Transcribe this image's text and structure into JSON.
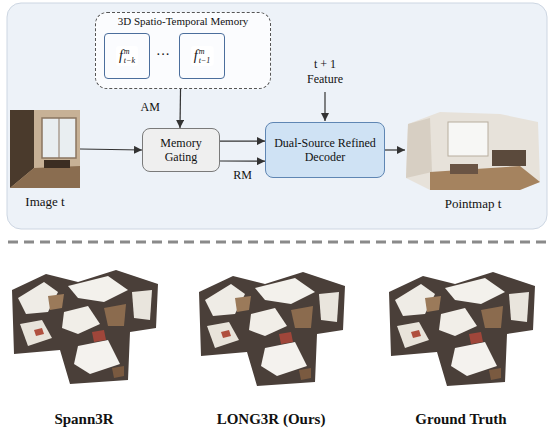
{
  "diagram": {
    "nodes": [
      {
        "text": [
          "3D Spatio-Temporal Memory"
        ]
      },
      {
        "text": [
          "f",
          "m",
          "t−k"
        ],
        "in": 0
      },
      {
        "text": [
          "f",
          "m",
          "t−1"
        ],
        "in": 0
      },
      {
        "text": [
          "Image t"
        ]
      },
      {
        "text": [
          "Memory Gating"
        ]
      },
      {
        "text": [
          "Dual-Source Refined Decoder"
        ]
      },
      {
        "text": [
          "Pointmap t"
        ]
      },
      {
        "text": [
          "Spann3R"
        ]
      },
      {
        "text": [
          "LONG3R (Ours)"
        ]
      },
      {
        "text": [
          "Ground Truth"
        ]
      }
    ],
    "edges": [
      {
        "from": 0,
        "to": 4,
        "label": "AM",
        "arrow": "to"
      },
      {
        "from": 3,
        "to": 4,
        "arrow": "to"
      },
      {
        "from": 4,
        "to": 5,
        "arrow": "to"
      },
      {
        "from": 4,
        "to": 5,
        "label": "RM",
        "arrow": "to"
      },
      {
        "from": 5,
        "to": 6,
        "arrow": "to"
      }
    ],
    "labels": [
      "···",
      "t + 1 Feature"
    ]
  }
}
